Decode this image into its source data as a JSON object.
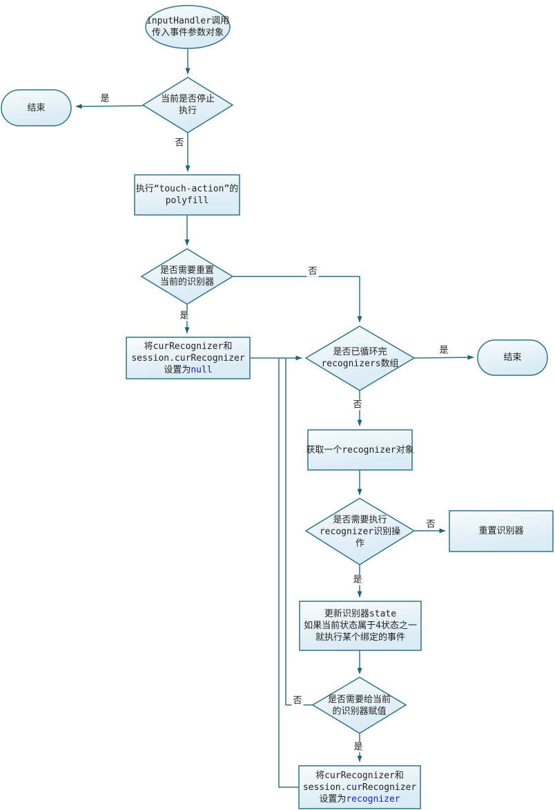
{
  "diagram": {
    "title": "inputHandler flow",
    "colors": {
      "shape_border": "#2e7286",
      "arrow": "#1d6476",
      "shape_fill_top": "#f9fcfe",
      "shape_fill_bottom": "#d9ebf4",
      "code_text": "#1a1ad2",
      "text": "#1f1f1f",
      "background": "#ffffff"
    },
    "nodes": {
      "start": {
        "type": "ellipse",
        "lines": [
          "inputHandler调用",
          "传入事件参数对象"
        ]
      },
      "end_left": {
        "type": "terminator",
        "label": "结束"
      },
      "decision_stop": {
        "type": "decision",
        "lines": [
          "当前是否停止",
          "执行"
        ]
      },
      "process_polyfill": {
        "type": "process",
        "lines": [
          "执行“touch-action”的",
          "polyfill"
        ]
      },
      "decision_reset": {
        "type": "decision",
        "lines": [
          "是否需要重置",
          "当前的识别器"
        ]
      },
      "process_set_null": {
        "type": "process",
        "lines": [
          "将curRecognizer和",
          "session.curRecognizer"
        ],
        "tail_prefix": "设置为",
        "tail_code": "null"
      },
      "decision_loop": {
        "type": "decision",
        "lines": [
          "是否已循环完",
          "recognizers数组"
        ]
      },
      "end_right": {
        "type": "terminator",
        "label": "结束"
      },
      "process_get": {
        "type": "process",
        "label": "获取一个recognizer对象"
      },
      "decision_exec": {
        "type": "decision",
        "lines": [
          "是否需要执行",
          "recognizer识别操",
          "作"
        ]
      },
      "process_reset": {
        "type": "process",
        "label": "重置识别器"
      },
      "process_update": {
        "type": "process",
        "lines": [
          "更新识别器state",
          "如果当前状态属于4状态之一",
          "就执行某个绑定的事件"
        ]
      },
      "decision_assign": {
        "type": "decision",
        "lines": [
          "是否需要给当前",
          "的识别器赋值"
        ]
      },
      "process_set_recognizer": {
        "type": "process",
        "lines": [
          "将curRecognizer和",
          "session.curRecognizer"
        ],
        "tail_prefix": "设置为",
        "tail_code": "recognizer"
      }
    },
    "edge_labels": {
      "stop_yes": "是",
      "stop_no": "否",
      "reset_no": "否",
      "reset_yes": "是",
      "loop_yes": "是",
      "loop_no": "否",
      "exec_no": "否",
      "exec_yes": "是",
      "assign_no": "否",
      "assign_yes": "是"
    }
  }
}
